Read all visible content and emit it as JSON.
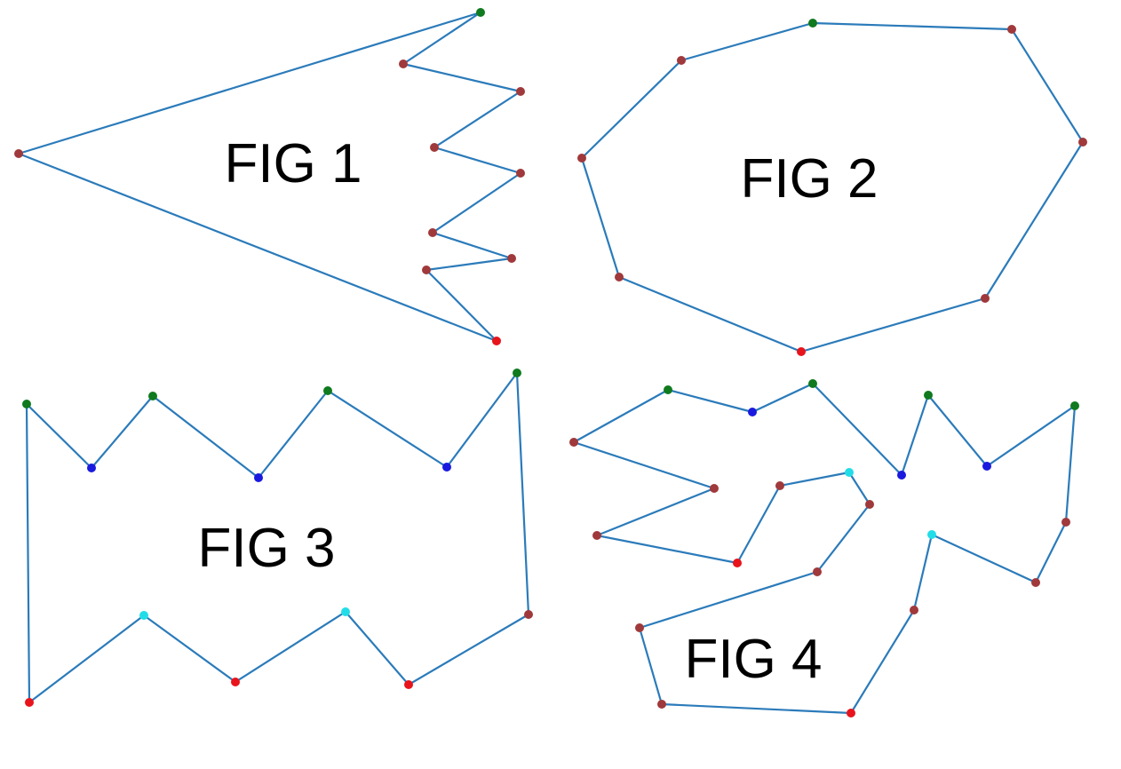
{
  "colors": {
    "background": "#ffffff",
    "line": "#2b7bba",
    "vertex_default": "#a0393b",
    "vertex_red": "#e8141b",
    "vertex_green": "#0f7a1e",
    "vertex_blue": "#1a1adf",
    "vertex_cyan": "#22dde8"
  },
  "figures": [
    {
      "label": "FIG 1",
      "points": [
        [
          541,
          14,
          "green"
        ],
        [
          454,
          72,
          "default"
        ],
        [
          586,
          103,
          "default"
        ],
        [
          489,
          166,
          "default"
        ],
        [
          586,
          195,
          "default"
        ],
        [
          487,
          262,
          "default"
        ],
        [
          576,
          291,
          "default"
        ],
        [
          480,
          304,
          "default"
        ],
        [
          559,
          384,
          "red"
        ],
        [
          21,
          173,
          "default"
        ]
      ]
    },
    {
      "label": "FIG 2",
      "points": [
        [
          915,
          26,
          "green"
        ],
        [
          1139,
          33,
          "default"
        ],
        [
          1219,
          160,
          "default"
        ],
        [
          1109,
          336,
          "default"
        ],
        [
          902,
          396,
          "red"
        ],
        [
          697,
          312,
          "default"
        ],
        [
          655,
          178,
          "default"
        ],
        [
          767,
          68,
          "default"
        ]
      ]
    },
    {
      "label": "FIG 3",
      "points": [
        [
          30,
          455,
          "green"
        ],
        [
          103,
          527,
          "blue"
        ],
        [
          172,
          446,
          "green"
        ],
        [
          291,
          538,
          "blue"
        ],
        [
          369,
          440,
          "green"
        ],
        [
          503,
          526,
          "blue"
        ],
        [
          582,
          420,
          "green"
        ],
        [
          595,
          692,
          "default"
        ],
        [
          460,
          771,
          "red"
        ],
        [
          389,
          689,
          "cyan"
        ],
        [
          265,
          768,
          "red"
        ],
        [
          162,
          693,
          "cyan"
        ],
        [
          33,
          791,
          "red"
        ]
      ]
    },
    {
      "label": "FIG 4",
      "points": [
        [
          646,
          498,
          "default"
        ],
        [
          752,
          439,
          "green"
        ],
        [
          847,
          464,
          "blue"
        ],
        [
          915,
          432,
          "green"
        ],
        [
          1015,
          535,
          "blue"
        ],
        [
          1045,
          445,
          "green"
        ],
        [
          1111,
          525,
          "blue"
        ],
        [
          1210,
          457,
          "green"
        ],
        [
          1200,
          588,
          "default"
        ],
        [
          1166,
          656,
          "default"
        ],
        [
          1049,
          602,
          "cyan"
        ],
        [
          1029,
          687,
          "default"
        ],
        [
          958,
          803,
          "red"
        ],
        [
          745,
          793,
          "default"
        ],
        [
          720,
          707,
          "default"
        ],
        [
          920,
          644,
          "default"
        ],
        [
          979,
          568,
          "default"
        ],
        [
          956,
          532,
          "cyan"
        ],
        [
          878,
          547,
          "default"
        ],
        [
          830,
          634,
          "red"
        ],
        [
          672,
          603,
          "default"
        ],
        [
          804,
          550,
          "default"
        ]
      ]
    }
  ]
}
